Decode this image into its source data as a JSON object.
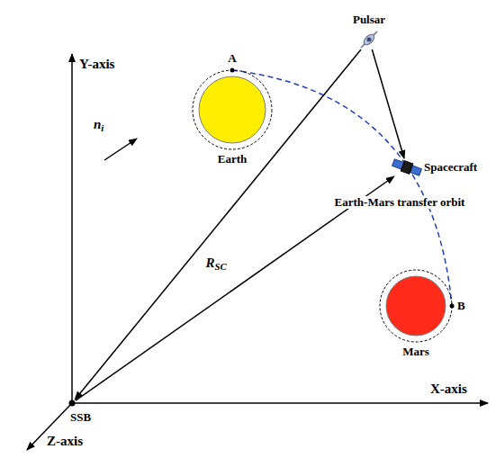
{
  "diagram": {
    "nodes": [
      {
        "text": [
          "Pulsar"
        ]
      },
      {
        "text": [
          "Earth"
        ]
      },
      {
        "text": [
          "Spacecraft"
        ]
      },
      {
        "text": [
          "Mars"
        ]
      },
      {
        "text": [
          "SSB"
        ]
      }
    ],
    "edges": [
      {
        "from": 0,
        "to": 2,
        "arrow": "to"
      },
      {
        "from": 0,
        "to": 4,
        "arrow": "to"
      },
      {
        "from": 4,
        "to": 2,
        "arrow": "to",
        "label": "RSC"
      }
    ],
    "labels": [
      "Y-axis",
      "X-axis",
      "Z-axis",
      "ni",
      "Earth-Mars transfer orbit",
      "A",
      "B"
    ]
  }
}
